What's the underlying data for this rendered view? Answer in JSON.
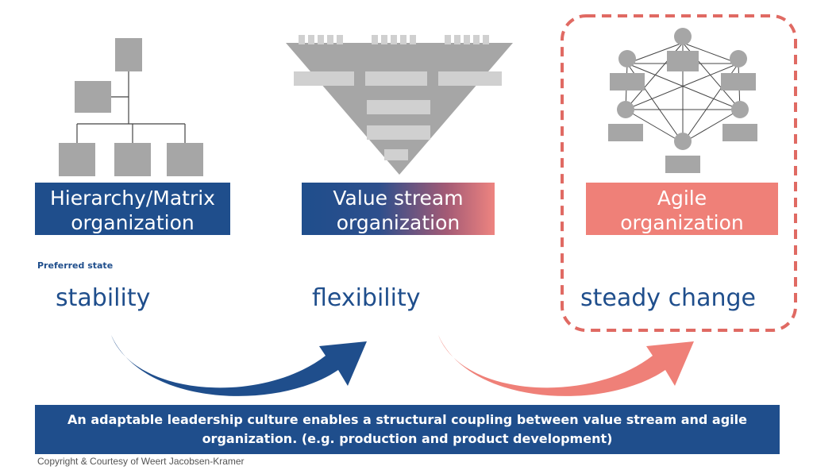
{
  "columns": [
    {
      "title_line1": "Hierarchy/Matrix",
      "title_line2": "organization",
      "state": "stability"
    },
    {
      "title_line1": "Value stream",
      "title_line2": "organization",
      "state": "flexibility"
    },
    {
      "title_line1": "Agile",
      "title_line2": "organization",
      "state": "steady change"
    }
  ],
  "preferred_label": "Preferred state",
  "footer": {
    "line1": "An adaptable leadership culture enables a structural coupling between value stream and agile",
    "line2": "organization. (e.g. production and product development)"
  },
  "copyright": "Copyright & Courtesy of Weert Jacobsen-Kramer",
  "colors": {
    "navy": "#1f4e8c",
    "salmon": "#ef8078",
    "gray": "#a6a6a6",
    "light_gray": "#d0d0d0",
    "dashed_border": "#e06a63"
  }
}
